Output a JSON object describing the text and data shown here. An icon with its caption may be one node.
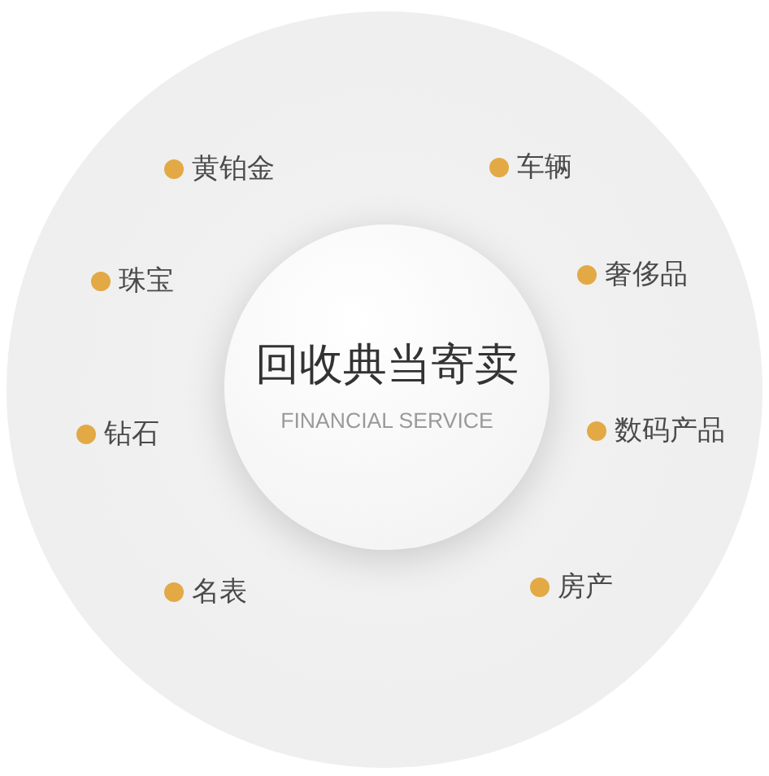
{
  "diagram": {
    "nodes": [
      {
        "text": [],
        "shape": "circle"
      },
      {
        "text": [
          "回收典当寄卖",
          "FINANCIAL SERVICE"
        ],
        "in": 0
      }
    ],
    "labels": [
      "黄铂金",
      "车辆",
      "珠宝",
      "奢侈品",
      "钻石",
      "数码产品",
      "名表",
      "房产"
    ]
  }
}
